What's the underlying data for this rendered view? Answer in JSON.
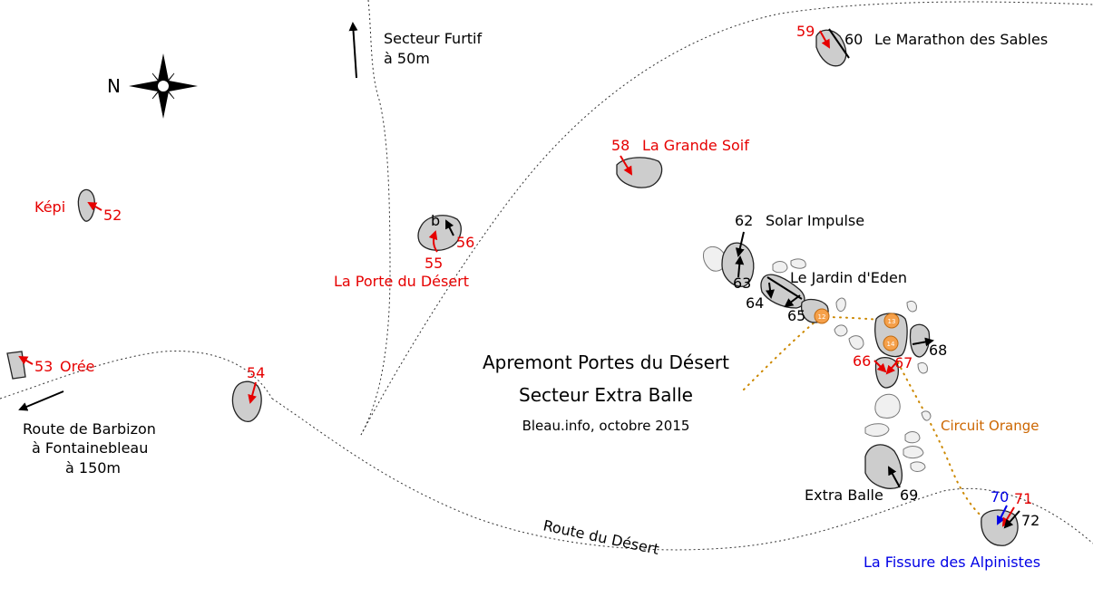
{
  "compass": {
    "north_label": "N"
  },
  "title": {
    "line1": "Apremont Portes du Désert",
    "line2": "Secteur Extra Balle",
    "credit": "Bleau.info, octobre 2015"
  },
  "direction_labels": {
    "secteur_furtif_line1": "Secteur Furtif",
    "secteur_furtif_line2": "à 50m",
    "barbizon_line1": "Route de Barbizon",
    "barbizon_line2": "à Fontainebleau",
    "barbizon_line3": "à 150m"
  },
  "road_labels": {
    "route_du_desert": "Route du Désert"
  },
  "circuit": {
    "name": "Circuit Orange",
    "color": "#cc6600",
    "stops": [
      "12",
      "13",
      "14"
    ]
  },
  "colors": {
    "red": "#e60000",
    "black": "#000000",
    "blue": "#0000e6",
    "orange": "#cc6600"
  },
  "boulders": [
    {
      "number": "52",
      "name": "Képi",
      "color": "red"
    },
    {
      "number": "53",
      "name": "Orée",
      "color": "red"
    },
    {
      "number": "54",
      "name": "",
      "color": "red"
    },
    {
      "number": "55",
      "name": "La Porte du Désert",
      "color": "red"
    },
    {
      "number": "56",
      "name": "",
      "color": "red"
    },
    {
      "number": "b",
      "name": "",
      "color": "black"
    },
    {
      "number": "58",
      "name": "La Grande Soif",
      "color": "red"
    },
    {
      "number": "59",
      "name": "",
      "color": "red"
    },
    {
      "number": "60",
      "name": "Le Marathon des Sables",
      "color": "black"
    },
    {
      "number": "62",
      "name": "Solar Impulse",
      "color": "black"
    },
    {
      "number": "63",
      "name": "",
      "color": "black"
    },
    {
      "number": "64",
      "name": "Le Jardin d'Eden",
      "color": "black"
    },
    {
      "number": "65",
      "name": "",
      "color": "black"
    },
    {
      "number": "66",
      "name": "",
      "color": "red"
    },
    {
      "number": "67",
      "name": "",
      "color": "red"
    },
    {
      "number": "68",
      "name": "",
      "color": "black"
    },
    {
      "number": "69",
      "name": "Extra Balle",
      "color": "black"
    },
    {
      "number": "70",
      "name": "",
      "color": "blue"
    },
    {
      "number": "71",
      "name": "",
      "color": "red"
    },
    {
      "number": "72",
      "name": "",
      "color": "black"
    }
  ],
  "featured_names": {
    "fissure": "La Fissure des Alpinistes"
  }
}
